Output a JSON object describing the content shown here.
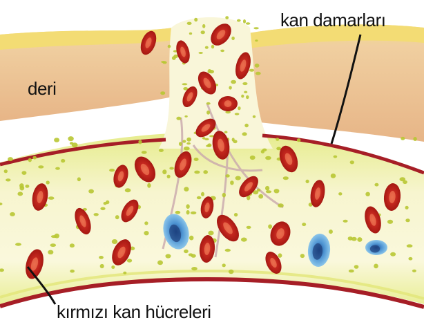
{
  "labels": {
    "skin": "deri",
    "vessels": "kan damarları",
    "red_cells": "kırmızı kan hücreleri"
  },
  "colors": {
    "skin": "#e8b98d",
    "skin_top": "#f3d77a",
    "vessel_wall": "#a8202a",
    "plasma": "#f6f3c2",
    "red_cell": "#d8402c",
    "white_cell": "#5aa7d8",
    "platelet": "#b7c631"
  }
}
